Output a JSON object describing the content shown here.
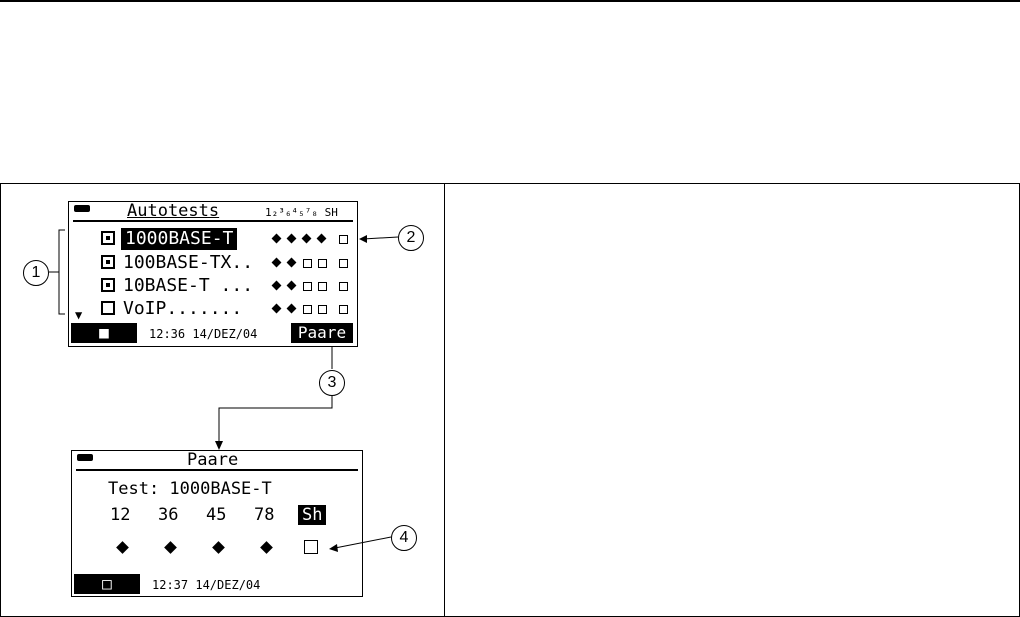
{
  "screen1": {
    "title": "Autotests",
    "pin_header": "1₂³₆⁴₅⁷₈ SH",
    "tests": [
      {
        "label": "1000BASE-T",
        "checked": true,
        "selected": true,
        "marks": [
          "dia",
          "dia",
          "dia",
          "dia",
          "box"
        ]
      },
      {
        "label": "100BASE-TX..",
        "checked": true,
        "selected": false,
        "marks": [
          "dia",
          "dia",
          "box",
          "box",
          "box"
        ]
      },
      {
        "label": "10BASE-T ...",
        "checked": true,
        "selected": false,
        "marks": [
          "dia",
          "dia",
          "box",
          "box",
          "box"
        ]
      },
      {
        "label": "VoIP.......",
        "checked": false,
        "selected": false,
        "marks": [
          "dia",
          "dia",
          "box",
          "box",
          "box"
        ]
      }
    ],
    "softkey_left": "■",
    "datetime": "12:36 14/DEZ/04",
    "softkey_right": "Paare"
  },
  "screen2": {
    "title": "Paare",
    "test_label": "Test: 1000BASE-T",
    "pairs": [
      "12",
      "36",
      "45",
      "78",
      "Sh"
    ],
    "marks": [
      "dia",
      "dia",
      "dia",
      "dia",
      "box"
    ],
    "softkey_left": "□",
    "datetime": "12:37 14/DEZ/04"
  },
  "callouts": [
    "1",
    "2",
    "3",
    "4"
  ]
}
